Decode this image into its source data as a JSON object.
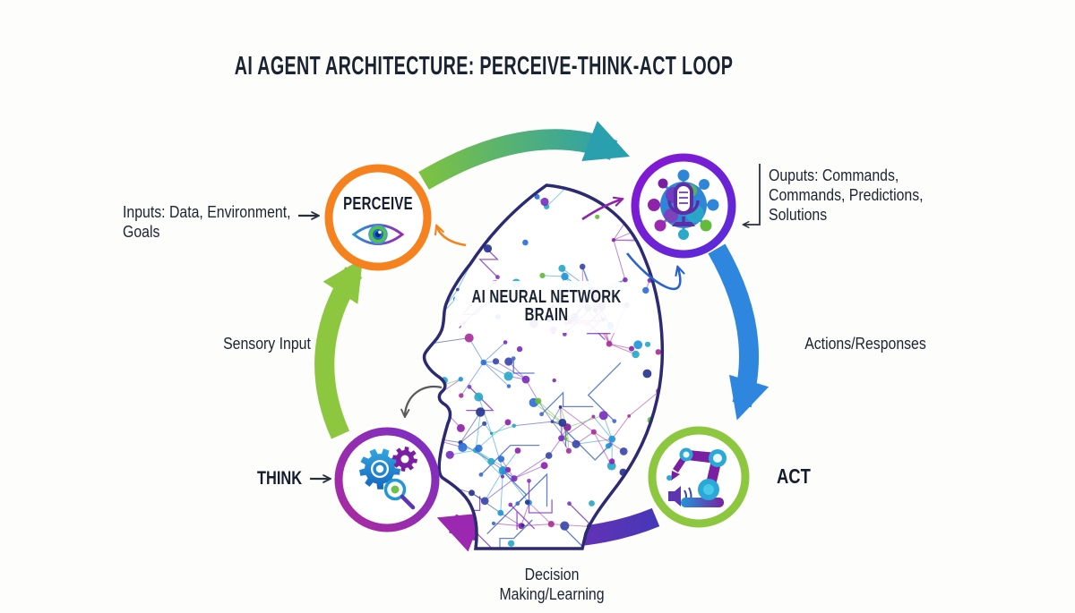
{
  "title": "AI AGENT ARCHITECTURE: PERCEIVE-THINK-ACT LOOP",
  "center_label": {
    "line1": "AI NEURAL NETWORK",
    "line2": "BRAIN"
  },
  "nodes": {
    "perceive": {
      "label": "PERCEIVE",
      "icon": "eye-icon",
      "ring_color": "#F5821F"
    },
    "outputs_hub": {
      "label": "",
      "icon": "microphone-network-icon",
      "ring_color": "#7A1FD0"
    },
    "think": {
      "label": "THINK",
      "icon": "gears-magnifier-icon",
      "ring_color": "#9C27B0"
    },
    "act": {
      "label": "ACT",
      "icon": "robot-arm-icon",
      "ring_color": "#8DC63F"
    }
  },
  "annotations": {
    "inputs_label": "Inputs: Data, Environment, Goals",
    "outputs_label": "Ouputs: Commands, Commands, Predictions, Solutions",
    "sensory_label": "Sensory Input",
    "actions_label": "Actions/Responses",
    "decision_label": "Decision Making/Learning"
  },
  "loop_arrows": [
    {
      "name": "perceive-to-outputs",
      "direction": "clockwise",
      "colors": [
        "#7DC241",
        "#2A9FAE"
      ]
    },
    {
      "name": "outputs-to-act",
      "direction": "clockwise",
      "colors": [
        "#2E86DE",
        "#2E86DE"
      ]
    },
    {
      "name": "act-to-think",
      "direction": "clockwise",
      "colors": [
        "#4338B8",
        "#9C27B0"
      ]
    },
    {
      "name": "think-to-perceive",
      "direction": "clockwise",
      "colors": [
        "#8DC63F",
        "#8DC63F"
      ]
    }
  ],
  "colors": {
    "background": "#FDFDFB",
    "text": "#1B2433",
    "head_outline": "#2B2A72",
    "orange": "#F5821F",
    "purple": "#7A1FD0",
    "magenta": "#9C27B0",
    "green": "#8DC63F",
    "blue": "#2E86DE",
    "teal": "#2A9FAE"
  }
}
